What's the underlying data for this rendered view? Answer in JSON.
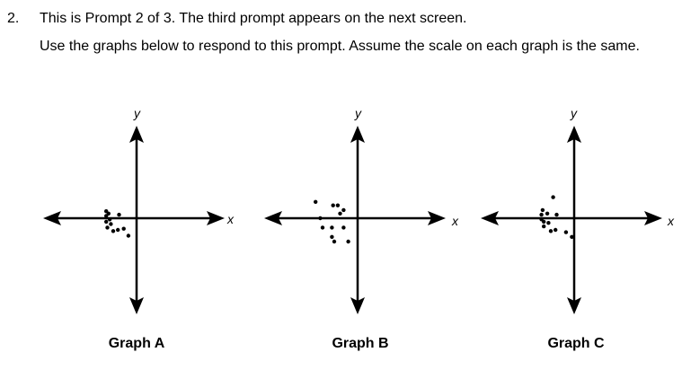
{
  "question": {
    "number": "2.",
    "line1": "This is Prompt 2 of 3. The third prompt appears on the next screen.",
    "line2": "Use the graphs below to respond to this prompt. Assume the scale on each graph is the same."
  },
  "graphs": [
    {
      "title": "Graph A",
      "x_axis_label": "x",
      "y_axis_label": "y",
      "points": [
        [
          -2.6,
          0.6
        ],
        [
          -2.4,
          0.4
        ],
        [
          -2.6,
          0.2
        ],
        [
          -1.5,
          0.3
        ],
        [
          -2.6,
          -0.3
        ],
        [
          -2.2,
          -0.5
        ],
        [
          -2.5,
          -0.8
        ],
        [
          -2.0,
          -1.1
        ],
        [
          -1.6,
          -1.0
        ],
        [
          -1.1,
          -0.9
        ],
        [
          -0.7,
          -1.5
        ],
        [
          -2.3,
          -0.1
        ]
      ]
    },
    {
      "title": "Graph B",
      "x_axis_label": "x",
      "y_axis_label": "y",
      "points": [
        [
          -3.6,
          1.4
        ],
        [
          -2.1,
          1.1
        ],
        [
          -1.7,
          1.1
        ],
        [
          -1.2,
          0.7
        ],
        [
          -1.5,
          0.4
        ],
        [
          -3.2,
          0.0
        ],
        [
          -3.0,
          -0.8
        ],
        [
          -2.2,
          -0.8
        ],
        [
          -1.2,
          -0.8
        ],
        [
          -2.2,
          -1.6
        ],
        [
          -2.0,
          -2.0
        ],
        [
          -0.8,
          -2.0
        ]
      ]
    },
    {
      "title": "Graph C",
      "x_axis_label": "x",
      "y_axis_label": "y",
      "points": [
        [
          -1.8,
          1.8
        ],
        [
          -2.7,
          0.7
        ],
        [
          -2.8,
          0.3
        ],
        [
          -2.3,
          0.4
        ],
        [
          -1.5,
          0.3
        ],
        [
          -2.6,
          -0.3
        ],
        [
          -2.2,
          -0.4
        ],
        [
          -2.6,
          -0.7
        ],
        [
          -2.0,
          -1.1
        ],
        [
          -1.6,
          -1.0
        ],
        [
          -0.7,
          -1.2
        ],
        [
          -0.2,
          -1.6
        ],
        [
          -2.8,
          -0.1
        ]
      ]
    }
  ]
}
